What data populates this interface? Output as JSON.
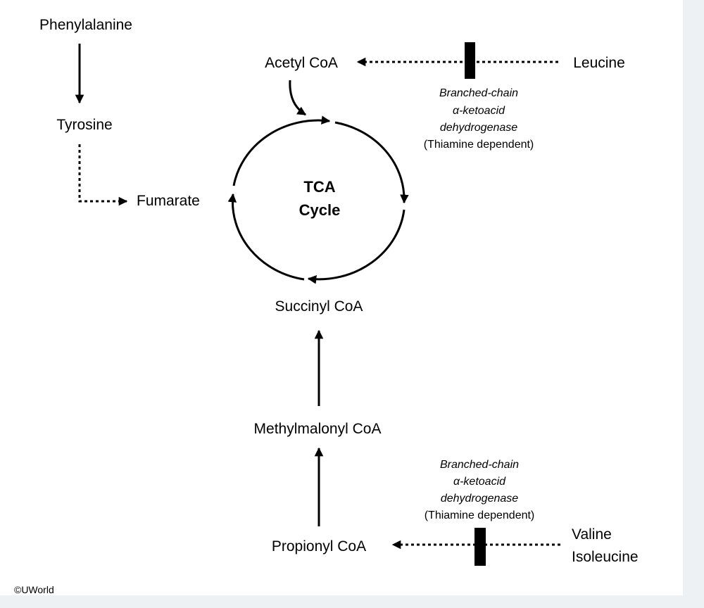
{
  "nodes": {
    "phenylalanine": "Phenylalanine",
    "tyrosine": "Tyrosine",
    "fumarate": "Fumarate",
    "acetyl_coa": "Acetyl CoA",
    "leucine": "Leucine",
    "succinyl_coa": "Succinyl CoA",
    "methylmalonyl_coa": "Methylmalonyl CoA",
    "propionyl_coa": "Propionyl CoA",
    "valine": "Valine",
    "isoleucine": "Isoleucine"
  },
  "cycle": {
    "line1": "TCA",
    "line2": "Cycle"
  },
  "enzyme_top": {
    "line1": "Branched-chain",
    "line2": "α-ketoacid",
    "line3": "dehydrogenase",
    "line4": "(Thiamine dependent)"
  },
  "enzyme_bottom": {
    "line1": "Branched-chain",
    "line2": "α-ketoacid",
    "line3": "dehydrogenase",
    "line4": "(Thiamine dependent)"
  },
  "credit": "©UWorld",
  "colors": {
    "background": "#ffffff",
    "outer": "#eef1f4",
    "ink": "#000000"
  }
}
